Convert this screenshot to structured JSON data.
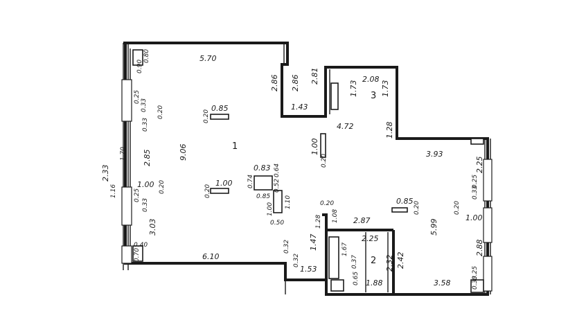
{
  "plan": {
    "rooms": [
      "1",
      "2",
      "3"
    ],
    "labels": [
      "5.70",
      "0.80",
      "0.90",
      "2.86",
      "2.86",
      "2.81",
      "1.43",
      "2.08",
      "1.73",
      "1.73",
      "4.72",
      "1.28",
      "3.93",
      "0.25",
      "0.33",
      "0.20",
      "0.33",
      "0.85",
      "0.20",
      "9.06",
      "1.70",
      "2.85",
      "2.33",
      "1.16",
      "1.00",
      "0.20",
      "0.25",
      "0.33",
      "1.00",
      "0.20",
      "1.00",
      "0.20",
      "0.83",
      "0.64",
      "0.74",
      "0.52",
      "0.85",
      "1.10",
      "1.00",
      "0.50",
      "0.20",
      "1.28",
      "1.08",
      "2.87",
      "2.25",
      "0.85",
      "0.20",
      "5.99",
      "0.20",
      "1.00",
      "0.33",
      "0.25",
      "2.25",
      "3.03",
      "0.40",
      "0.70",
      "6.10",
      "0.32",
      "1.47",
      "1.53",
      "0.32",
      "1.67",
      "0.37",
      "2.32",
      "2.42",
      "0.65",
      "1.88",
      "3.58",
      "2.88",
      "0.25",
      "0.33"
    ]
  }
}
